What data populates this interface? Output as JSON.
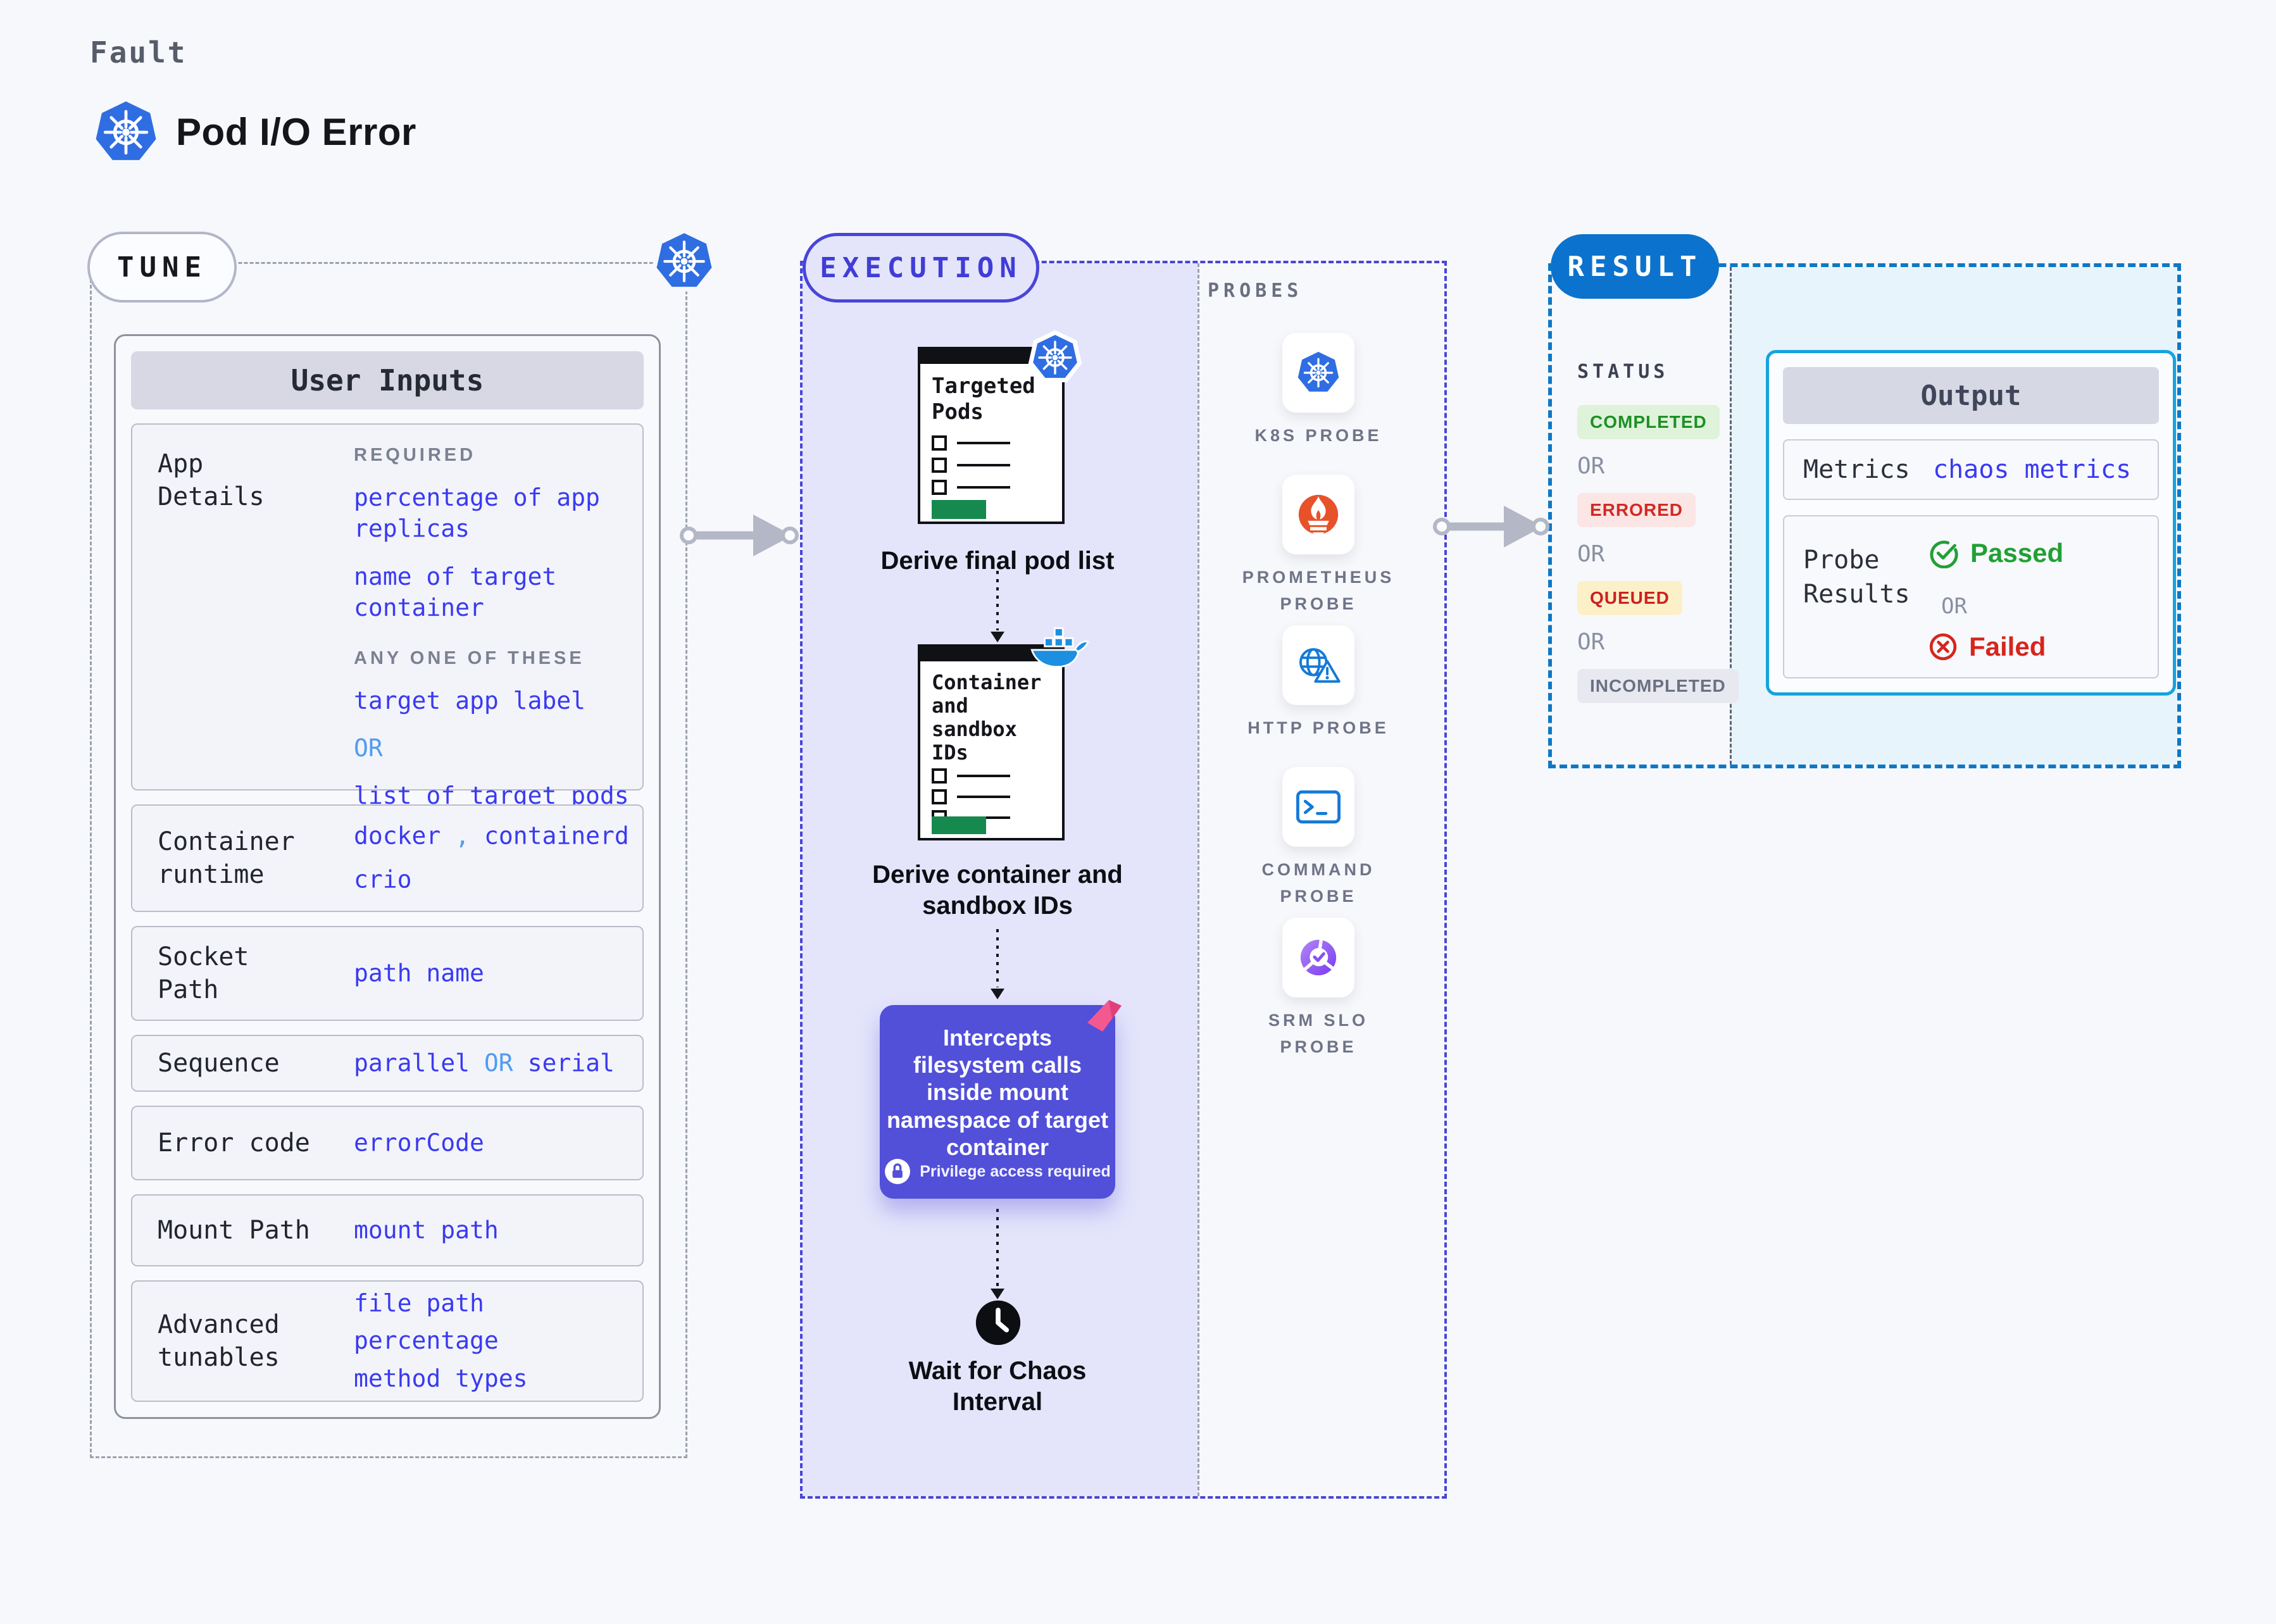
{
  "header": {
    "eyebrow": "Fault",
    "title": "Pod I/O Error"
  },
  "tune": {
    "label": "TUNE",
    "table_title": "User Inputs",
    "app_details": {
      "label": "App Details",
      "required_caption": "REQUIRED",
      "required_values": [
        "percentage of app replicas",
        "name of target container"
      ],
      "any_caption": "ANY ONE OF THESE",
      "option_a": "target app label",
      "or": "OR",
      "option_b": "list of target pods"
    },
    "container_runtime": {
      "label": "Container runtime",
      "value_a": "docker",
      "comma": ",",
      "value_b": "containerd",
      "value_c": "crio"
    },
    "socket_path": {
      "label": "Socket Path",
      "value": "path name"
    },
    "sequence": {
      "label": "Sequence",
      "value_a": "parallel",
      "or": "OR",
      "value_b": "serial"
    },
    "error_code": {
      "label": "Error code",
      "value": "errorCode"
    },
    "mount_path": {
      "label": "Mount Path",
      "value": "mount path"
    },
    "advanced_tunables": {
      "label": "Advanced tunables",
      "values": [
        "file path",
        "percentage",
        "method types"
      ]
    }
  },
  "execution": {
    "label": "EXECUTION",
    "step1": {
      "card_title": "Targeted\nPods",
      "caption": "Derive final pod list"
    },
    "step2": {
      "card_title": "Container\nand\nsandbox\nIDs",
      "caption": "Derive container and\nsandbox IDs"
    },
    "step3": {
      "text": "Intercepts\nfilesystem calls\ninside mount\nnamespace of target\ncontainer",
      "badge": "Privilege access required"
    },
    "step4": {
      "caption": "Wait for Chaos\nInterval"
    }
  },
  "probes": {
    "label": "PROBES",
    "items": [
      {
        "name": "K8S PROBE",
        "icon": "kubernetes-icon"
      },
      {
        "name": "PROMETHEUS\nPROBE",
        "icon": "prometheus-icon"
      },
      {
        "name": "HTTP PROBE",
        "icon": "http-probe-icon"
      },
      {
        "name": "COMMAND\nPROBE",
        "icon": "command-probe-icon"
      },
      {
        "name": "SRM SLO\nPROBE",
        "icon": "srm-slo-probe-icon"
      }
    ]
  },
  "result": {
    "label": "RESULT",
    "status": {
      "heading": "STATUS",
      "completed": "COMPLETED",
      "or1": "OR",
      "errored": "ERRORED",
      "or2": "OR",
      "queued": "QUEUED",
      "or3": "OR",
      "incompleted": "INCOMPLETED"
    },
    "output": {
      "title": "Output",
      "metrics_label": "Metrics",
      "metrics_value": "chaos metrics",
      "probe_label": "Probe\nResults",
      "passed": "Passed",
      "or": "OR",
      "failed": "Failed"
    }
  },
  "colors": {
    "page_bg": "#f7f8fb",
    "accent_indigo": "#4845d8",
    "value_blue": "#3a3af2",
    "light_blue": "#519cf0",
    "lavender_fill": "#e4e5fb",
    "purple_box": "#524fd9",
    "ribbon_pink": "#f3588e",
    "result_blue": "#0b73cd",
    "cyan_border": "#14a4de",
    "cyan_fill": "#e7f4fb",
    "green_bar": "#16894e",
    "passed_green": "#21a035",
    "failed_red": "#d7251d",
    "gray_dash": "#9aa2ad"
  }
}
